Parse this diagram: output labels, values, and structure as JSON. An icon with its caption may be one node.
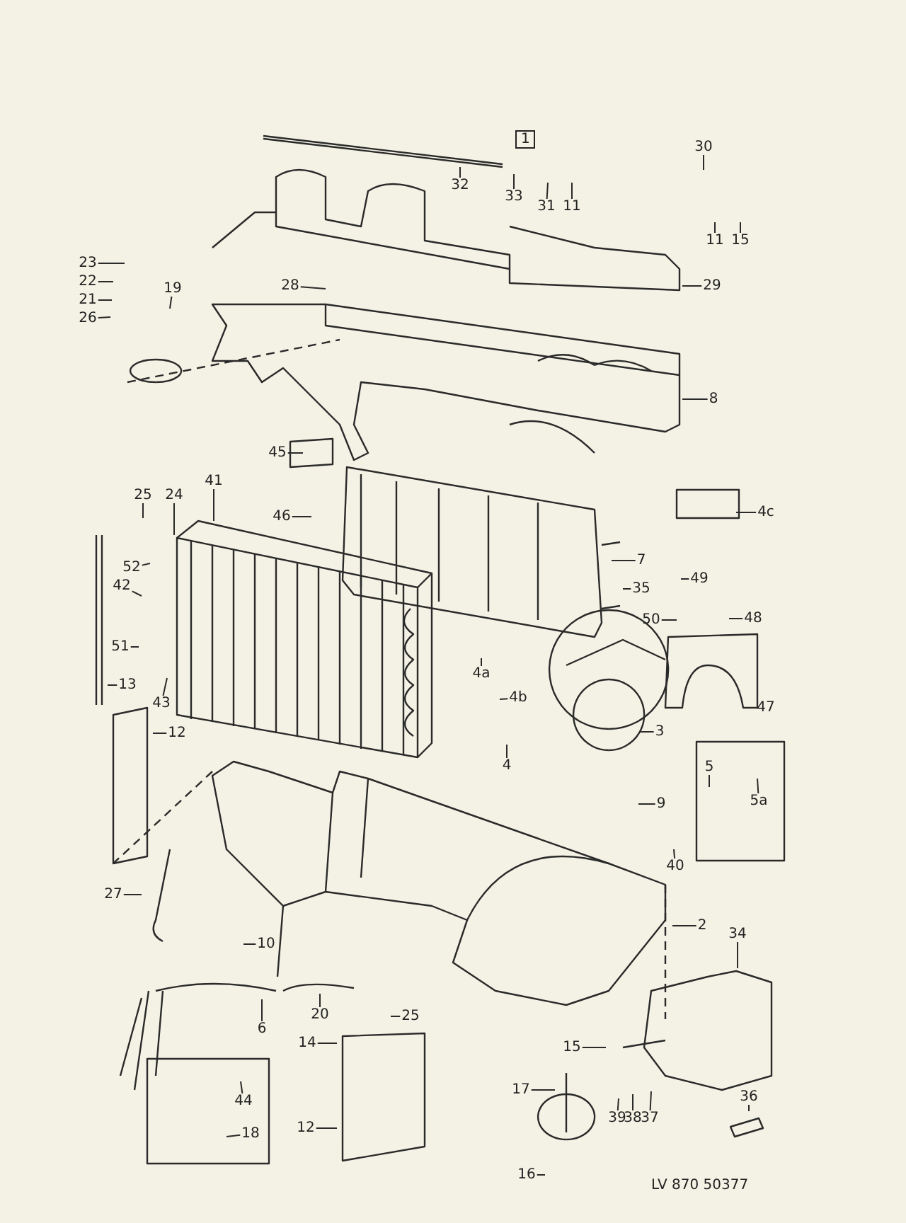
{
  "diagram": {
    "nodes": [
      {
        "text": [
          "32"
        ]
      },
      {
        "text": [
          "33"
        ]
      },
      {
        "text": [
          "31"
        ]
      },
      {
        "text": [
          "11"
        ]
      },
      {
        "text": [
          "30"
        ]
      },
      {
        "text": [
          "11"
        ]
      },
      {
        "text": [
          "15"
        ]
      },
      {
        "text": [
          "29"
        ]
      },
      {
        "text": [
          "23"
        ]
      },
      {
        "text": [
          "22"
        ]
      },
      {
        "text": [
          "21"
        ]
      },
      {
        "text": [
          "19"
        ]
      },
      {
        "text": [
          "26"
        ]
      },
      {
        "text": [
          "28"
        ]
      },
      {
        "text": [
          "8"
        ]
      },
      {
        "text": [
          "45"
        ]
      },
      {
        "text": [
          "4c"
        ]
      },
      {
        "text": [
          "46"
        ]
      },
      {
        "text": [
          "25"
        ]
      },
      {
        "text": [
          "24"
        ]
      },
      {
        "text": [
          "41"
        ]
      },
      {
        "text": [
          "7"
        ]
      },
      {
        "text": [
          "35"
        ]
      },
      {
        "text": [
          "49"
        ]
      },
      {
        "text": [
          "52"
        ]
      },
      {
        "text": [
          "42"
        ]
      },
      {
        "text": [
          "50"
        ]
      },
      {
        "text": [
          "48"
        ]
      },
      {
        "text": [
          "51"
        ]
      },
      {
        "text": [
          "13"
        ]
      },
      {
        "text": [
          "43"
        ]
      },
      {
        "text": [
          "4a"
        ]
      },
      {
        "text": [
          "4b"
        ]
      },
      {
        "text": [
          "3"
        ]
      },
      {
        "text": [
          "47"
        ]
      },
      {
        "text": [
          "12"
        ]
      },
      {
        "text": [
          "4"
        ]
      },
      {
        "text": [
          "5"
        ]
      },
      {
        "text": [
          "5a"
        ]
      },
      {
        "text": [
          "9"
        ]
      },
      {
        "text": [
          "40"
        ]
      },
      {
        "text": [
          "2"
        ]
      },
      {
        "text": [
          "34"
        ]
      },
      {
        "text": [
          "27"
        ]
      },
      {
        "text": [
          "10"
        ]
      },
      {
        "text": [
          "6"
        ]
      },
      {
        "text": [
          "20"
        ]
      },
      {
        "text": [
          "25"
        ]
      },
      {
        "text": [
          "14"
        ]
      },
      {
        "text": [
          "15"
        ]
      },
      {
        "text": [
          "44"
        ]
      },
      {
        "text": [
          "18"
        ]
      },
      {
        "text": [
          "17"
        ]
      },
      {
        "text": [
          "12"
        ]
      },
      {
        "text": [
          "39"
        ]
      },
      {
        "text": [
          "38"
        ]
      },
      {
        "text": [
          "37"
        ]
      },
      {
        "text": [
          "36"
        ]
      },
      {
        "text": [
          "16"
        ]
      }
    ],
    "edges": [
      {
        "from": 0,
        "to": null,
        "arrow": "none"
      },
      {
        "from": 1,
        "to": null,
        "arrow": "none"
      },
      {
        "from": 2,
        "to": null,
        "arrow": "none"
      },
      {
        "from": 3,
        "to": null,
        "arrow": "none"
      },
      {
        "from": 4,
        "to": null,
        "arrow": "none"
      },
      {
        "from": 5,
        "to": null,
        "arrow": "none"
      },
      {
        "from": 6,
        "to": null,
        "arrow": "none"
      },
      {
        "from": 7,
        "to": null,
        "arrow": "none"
      },
      {
        "from": 8,
        "to": null,
        "arrow": "none"
      },
      {
        "from": 9,
        "to": null,
        "arrow": "none"
      },
      {
        "from": 10,
        "to": null,
        "arrow": "none"
      },
      {
        "from": 11,
        "to": null,
        "arrow": "none"
      },
      {
        "from": 12,
        "to": null,
        "arrow": "none"
      },
      {
        "from": 13,
        "to": null,
        "arrow": "none"
      },
      {
        "from": 14,
        "to": null,
        "arrow": "none"
      },
      {
        "from": 15,
        "to": null,
        "arrow": "none"
      },
      {
        "from": 16,
        "to": null,
        "arrow": "none"
      },
      {
        "from": 17,
        "to": null,
        "arrow": "none"
      },
      {
        "from": 18,
        "to": null,
        "arrow": "none"
      },
      {
        "from": 19,
        "to": null,
        "arrow": "none"
      },
      {
        "from": 20,
        "to": null,
        "arrow": "none"
      },
      {
        "from": 21,
        "to": null,
        "arrow": "none"
      },
      {
        "from": 22,
        "to": null,
        "arrow": "none"
      },
      {
        "from": 23,
        "to": null,
        "arrow": "none"
      },
      {
        "from": 24,
        "to": null,
        "arrow": "none"
      },
      {
        "from": 25,
        "to": null,
        "arrow": "none"
      },
      {
        "from": 26,
        "to": null,
        "arrow": "none"
      },
      {
        "from": 27,
        "to": null,
        "arrow": "none"
      },
      {
        "from": 28,
        "to": null,
        "arrow": "none"
      },
      {
        "from": 29,
        "to": null,
        "arrow": "none"
      },
      {
        "from": 30,
        "to": null,
        "arrow": "none"
      },
      {
        "from": 31,
        "to": null,
        "arrow": "none"
      },
      {
        "from": 32,
        "to": null,
        "arrow": "none"
      },
      {
        "from": 33,
        "to": null,
        "arrow": "none"
      },
      {
        "from": 34,
        "to": null,
        "arrow": "none"
      },
      {
        "from": 35,
        "to": null,
        "arrow": "none"
      },
      {
        "from": 36,
        "to": null,
        "arrow": "none"
      },
      {
        "from": 37,
        "to": null,
        "arrow": "none"
      },
      {
        "from": 38,
        "to": null,
        "arrow": "none"
      },
      {
        "from": 39,
        "to": null,
        "arrow": "none"
      },
      {
        "from": 40,
        "to": null,
        "arrow": "none"
      },
      {
        "from": 41,
        "to": null,
        "arrow": "none"
      },
      {
        "from": 42,
        "to": null,
        "arrow": "none"
      },
      {
        "from": 43,
        "to": null,
        "arrow": "none"
      },
      {
        "from": 44,
        "to": null,
        "arrow": "none"
      },
      {
        "from": 45,
        "to": null,
        "arrow": "none"
      },
      {
        "from": 46,
        "to": null,
        "arrow": "none"
      },
      {
        "from": 47,
        "to": null,
        "arrow": "none"
      },
      {
        "from": 48,
        "to": null,
        "arrow": "none"
      },
      {
        "from": 49,
        "to": null,
        "arrow": "none"
      },
      {
        "from": 50,
        "to": null,
        "arrow": "none"
      },
      {
        "from": 51,
        "to": null,
        "arrow": "none"
      },
      {
        "from": 52,
        "to": null,
        "arrow": "none"
      },
      {
        "from": 53,
        "to": null,
        "arrow": "none"
      },
      {
        "from": 54,
        "to": null,
        "arrow": "none"
      },
      {
        "from": 55,
        "to": null,
        "arrow": "none"
      },
      {
        "from": 56,
        "to": null,
        "arrow": "none"
      },
      {
        "from": 57,
        "to": null,
        "arrow": "none"
      },
      {
        "from": 58,
        "to": null,
        "arrow": "none"
      }
    ],
    "labels": [
      "1",
      "LV 870 50377"
    ]
  }
}
